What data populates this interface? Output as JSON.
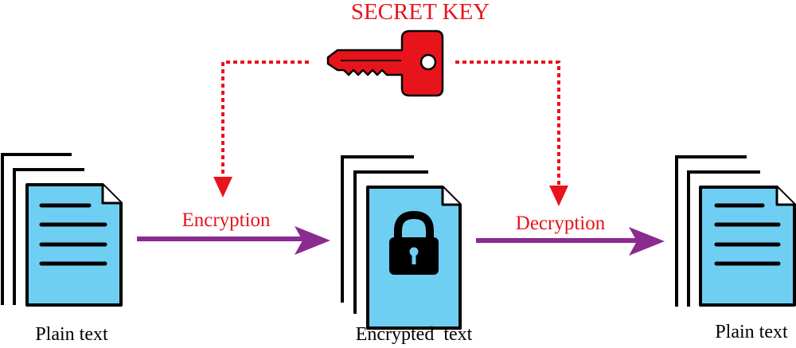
{
  "key": {
    "label": "SECRET KEY",
    "icon": "key-icon"
  },
  "steps": {
    "encryption_label": "Encryption",
    "decryption_label": "Decryption"
  },
  "documents": {
    "source_label": "Plain text",
    "cipher_label": "Encrypted  text",
    "result_label": "Plain text",
    "lock_icon": "padlock-icon"
  },
  "colors": {
    "key_red": "#e8141b",
    "arrow_purple": "#8b2a8f",
    "document_blue": "#6fcff2",
    "outline": "#000000"
  }
}
